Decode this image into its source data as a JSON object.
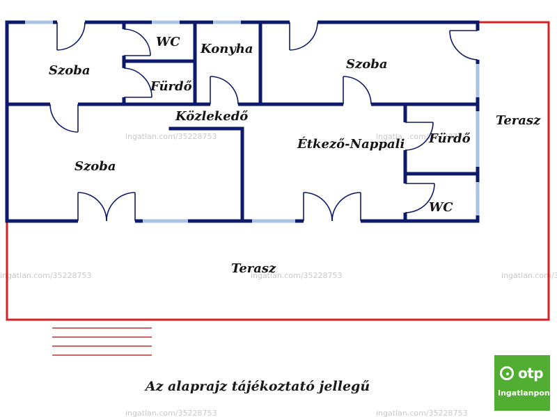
{
  "rooms": {
    "szoba_top_left": "Szoba",
    "wc_top": "WC",
    "furdo_top": "Fürdő",
    "konyha": "Konyha",
    "szoba_top_right": "Szoba",
    "kozlekedo": "Közlekedő",
    "szoba_left": "Szoba",
    "etkezo_nappali": "Étkező-Nappali",
    "furdo_right": "Fürdő",
    "wc_right": "WC",
    "terasz_right": "Terasz",
    "terasz_bottom": "Terasz"
  },
  "watermark": "ingatlan.com/35228753",
  "note": "Az alaprajz tájékoztató jellegű",
  "logo": {
    "name": "otp",
    "subtitle": "Ingatlanpont",
    "color": "#52ae32"
  },
  "colors": {
    "wall": "#0d1a6b",
    "terrace_outline": "#d42020",
    "window": "#a9c4e3"
  }
}
